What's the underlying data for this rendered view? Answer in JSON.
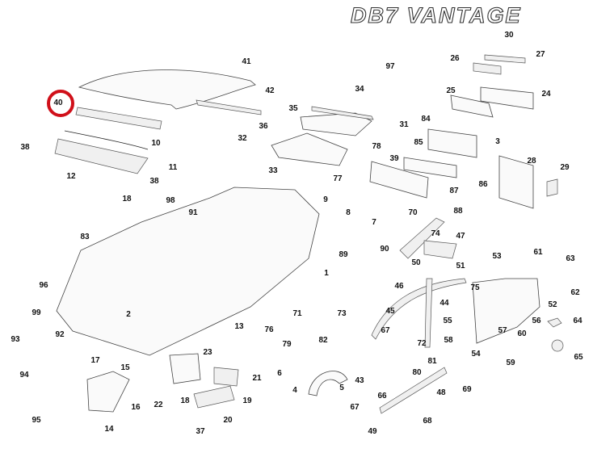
{
  "diagram": {
    "title": "DB7 VANTAGE",
    "highlighted_part": "40",
    "highlight_color": "#d0101a",
    "callouts": [
      {
        "id": "41"
      },
      {
        "id": "42"
      },
      {
        "id": "40"
      },
      {
        "id": "10"
      },
      {
        "id": "11"
      },
      {
        "id": "38a",
        "label": "38"
      },
      {
        "id": "38b",
        "label": "38"
      },
      {
        "id": "12"
      },
      {
        "id": "18a",
        "label": "18"
      },
      {
        "id": "36"
      },
      {
        "id": "32"
      },
      {
        "id": "33"
      },
      {
        "id": "35"
      },
      {
        "id": "34"
      },
      {
        "id": "97"
      },
      {
        "id": "31"
      },
      {
        "id": "78"
      },
      {
        "id": "77"
      },
      {
        "id": "30"
      },
      {
        "id": "26"
      },
      {
        "id": "27"
      },
      {
        "id": "25"
      },
      {
        "id": "24"
      },
      {
        "id": "84"
      },
      {
        "id": "3"
      },
      {
        "id": "85"
      },
      {
        "id": "39"
      },
      {
        "id": "28"
      },
      {
        "id": "29"
      },
      {
        "id": "86"
      },
      {
        "id": "87"
      },
      {
        "id": "88"
      },
      {
        "id": "9"
      },
      {
        "id": "8"
      },
      {
        "id": "7"
      },
      {
        "id": "70"
      },
      {
        "id": "47"
      },
      {
        "id": "74"
      },
      {
        "id": "90"
      },
      {
        "id": "89"
      },
      {
        "id": "98"
      },
      {
        "id": "91"
      },
      {
        "id": "83"
      },
      {
        "id": "96"
      },
      {
        "id": "99"
      },
      {
        "id": "2"
      },
      {
        "id": "1"
      },
      {
        "id": "71"
      },
      {
        "id": "73"
      },
      {
        "id": "13"
      },
      {
        "id": "76"
      },
      {
        "id": "17"
      },
      {
        "id": "92"
      },
      {
        "id": "93"
      },
      {
        "id": "94"
      },
      {
        "id": "95"
      },
      {
        "id": "15"
      },
      {
        "id": "16"
      },
      {
        "id": "14"
      },
      {
        "id": "22"
      },
      {
        "id": "18b",
        "label": "18"
      },
      {
        "id": "23"
      },
      {
        "id": "21"
      },
      {
        "id": "19"
      },
      {
        "id": "20"
      },
      {
        "id": "37"
      },
      {
        "id": "79"
      },
      {
        "id": "82"
      },
      {
        "id": "6"
      },
      {
        "id": "4"
      },
      {
        "id": "5"
      },
      {
        "id": "53"
      },
      {
        "id": "61"
      },
      {
        "id": "63"
      },
      {
        "id": "62"
      },
      {
        "id": "50"
      },
      {
        "id": "51"
      },
      {
        "id": "46"
      },
      {
        "id": "75"
      },
      {
        "id": "44"
      },
      {
        "id": "52"
      },
      {
        "id": "56"
      },
      {
        "id": "45"
      },
      {
        "id": "55"
      },
      {
        "id": "57"
      },
      {
        "id": "64"
      },
      {
        "id": "58"
      },
      {
        "id": "60"
      },
      {
        "id": "54"
      },
      {
        "id": "72"
      },
      {
        "id": "67a",
        "label": "67"
      },
      {
        "id": "59"
      },
      {
        "id": "65"
      },
      {
        "id": "81"
      },
      {
        "id": "80"
      },
      {
        "id": "43"
      },
      {
        "id": "66"
      },
      {
        "id": "48"
      },
      {
        "id": "67b",
        "label": "67"
      },
      {
        "id": "69"
      },
      {
        "id": "68"
      },
      {
        "id": "49"
      }
    ],
    "labels": {
      "41": "41",
      "42": "42",
      "40": "40",
      "10": "10",
      "11": "11",
      "38a": "38",
      "38b": "38",
      "12": "12",
      "18a": "18",
      "36": "36",
      "32": "32",
      "33": "33",
      "35": "35",
      "34": "34",
      "97": "97",
      "31": "31",
      "78": "78",
      "77": "77",
      "30": "30",
      "26": "26",
      "27": "27",
      "25": "25",
      "24": "24",
      "84": "84",
      "3": "3",
      "85": "85",
      "39": "39",
      "28": "28",
      "29": "29",
      "86": "86",
      "87": "87",
      "88": "88",
      "9": "9",
      "8": "8",
      "7": "7",
      "70": "70",
      "47": "47",
      "74": "74",
      "90": "90",
      "89": "89",
      "98": "98",
      "91": "91",
      "83": "83",
      "96": "96",
      "99": "99",
      "2": "2",
      "1": "1",
      "71": "71",
      "73": "73",
      "13": "13",
      "76": "76",
      "17": "17",
      "92": "92",
      "93": "93",
      "94": "94",
      "95": "95",
      "15": "15",
      "16": "16",
      "14": "14",
      "22": "22",
      "18b": "18",
      "23": "23",
      "21": "21",
      "19": "19",
      "20": "20",
      "37": "37",
      "79": "79",
      "82": "82",
      "6": "6",
      "4": "4",
      "5": "5",
      "53": "53",
      "61": "61",
      "63": "63",
      "62": "62",
      "50": "50",
      "51": "51",
      "46": "46",
      "75": "75",
      "44": "44",
      "52": "52",
      "56": "56",
      "45": "45",
      "55": "55",
      "57": "57",
      "64": "64",
      "58": "58",
      "60": "60",
      "54": "54",
      "72": "72",
      "67a": "67",
      "59": "59",
      "65": "65",
      "81": "81",
      "80": "80",
      "43": "43",
      "66": "66",
      "48": "48",
      "67b": "67",
      "69": "69",
      "68": "68",
      "49": "49"
    }
  }
}
